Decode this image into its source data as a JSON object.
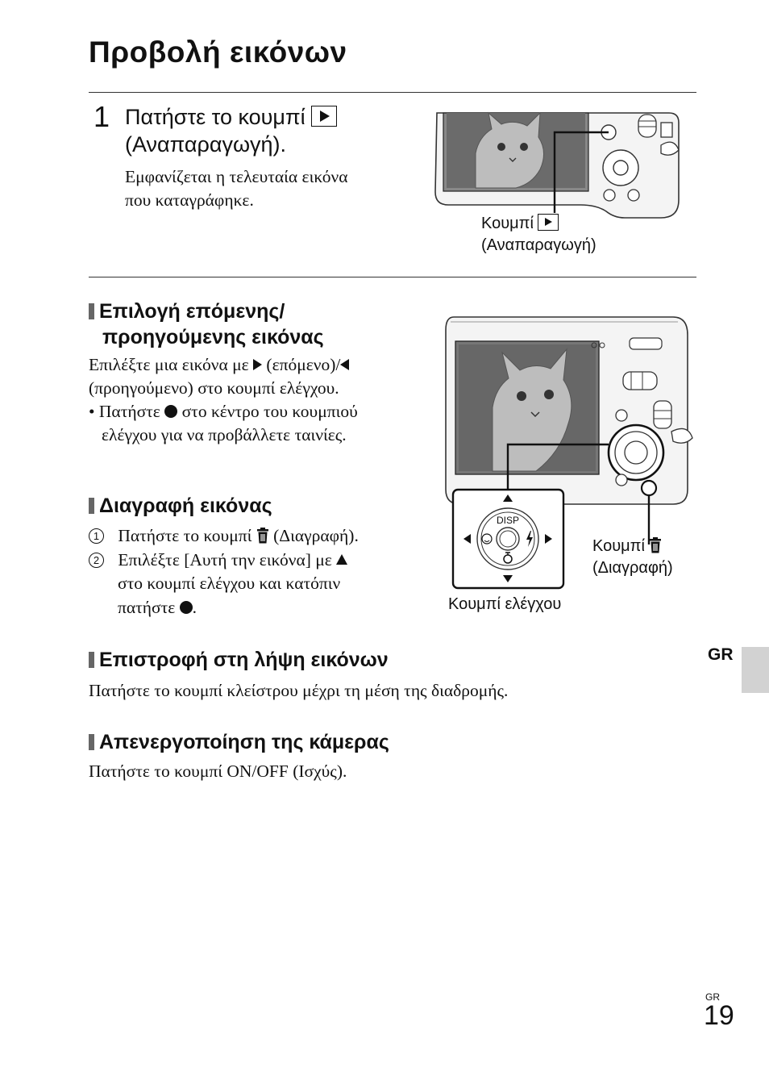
{
  "page_title": "Προβολή εικόνων",
  "step1": {
    "number": "1",
    "heading_line1": "Πατήστε το κουμπί",
    "heading_line2": "(Αναπαραγωγή).",
    "description_line1": "Εμφανίζεται η τελευταία εικόνα",
    "description_line2": "που καταγράφηκε.",
    "callout_line1": "Κουμπί",
    "callout_line2": "(Αναπαραγωγή)"
  },
  "section_select": {
    "heading_line1": "Επιλογή επόμενης/",
    "heading_line2": "προηγούμενης εικόνας",
    "line1_a": "Επιλέξτε μια εικόνα με",
    "line1_b": "(επόμενο)/",
    "line2": "(προηγούμενο) στο κουμπί ελέγχου.",
    "bullet_a": "• Πατήστε",
    "bullet_b": "στο κέντρο του κουμπιού",
    "bullet_line2": "ελέγχου για να προβάλλετε ταινίες."
  },
  "section_delete": {
    "heading": "Διαγραφή εικόνας",
    "item1_num": "1",
    "item1_a": "Πατήστε το κουμπί",
    "item1_b": "(Διαγραφή).",
    "item2_num": "2",
    "item2_a": "Επιλέξτε [Αυτή την εικόνα] με",
    "item2_line2": "στο κουμπί ελέγχου και κατόπιν",
    "item2_line3": "πατήστε",
    "item2_line3_end": "."
  },
  "diagram2": {
    "control_label": "Κουμπί ελέγχου",
    "delete_callout_line1": "Κουμπί",
    "delete_callout_line2": "(Διαγραφή)",
    "disp_label": "DISP"
  },
  "section_return": {
    "heading": "Επιστροφή στη λήψη εικόνων",
    "text": "Πατήστε το κουμπί κλείστρου μέχρι τη μέση της διαδρομής."
  },
  "section_off": {
    "heading": "Απενεργοποίηση της κάμερας",
    "text": "Πατήστε το κουμπί ON/OFF (Ισχύς)."
  },
  "side_tab": "GR",
  "footer": {
    "lang": "GR",
    "page_number": "19"
  }
}
